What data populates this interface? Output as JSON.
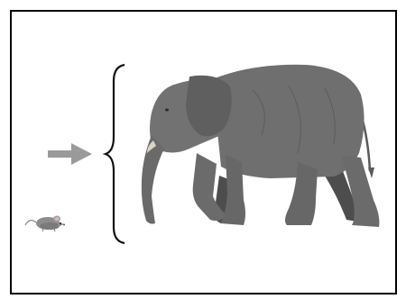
{
  "figure": {
    "elements": {
      "small_animal": "mouse",
      "connector": "right-arrow",
      "grouping": "left-curly-brace",
      "large_animal": "elephant"
    },
    "colors": {
      "border": "#000000",
      "background": "#ffffff",
      "arrow": "#9a9a9a",
      "brace": "#111111",
      "elephant_body": "#6f6f6f",
      "elephant_shadow": "#4d4d4d",
      "mouse": "#8c8c8c"
    }
  }
}
